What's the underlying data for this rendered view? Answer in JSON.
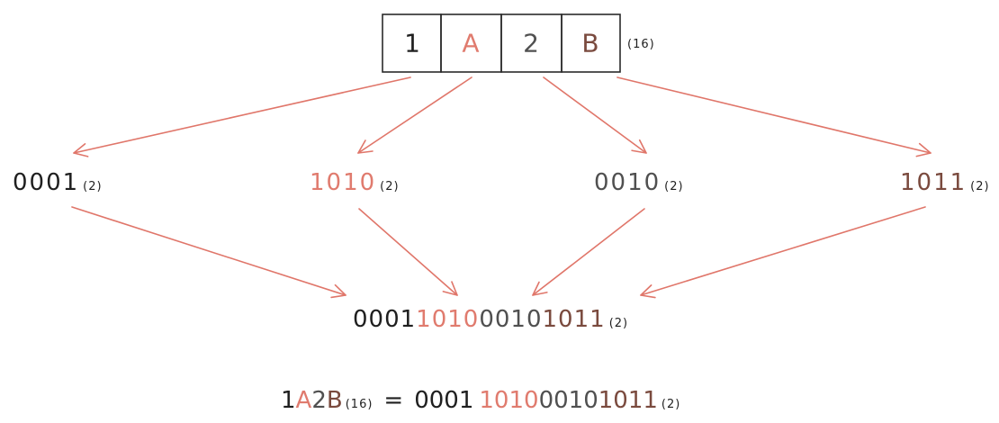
{
  "colors": {
    "ink": "#1f1f1f",
    "red": "#e07b6e",
    "dark_gray": "#505050",
    "brown": "#7a4a3e",
    "arrow": "#e0766a",
    "box_stroke": "#2a2a2a"
  },
  "hex_number": {
    "digits": [
      {
        "text": "1",
        "color_key": "ink"
      },
      {
        "text": "A",
        "color_key": "red"
      },
      {
        "text": "2",
        "color_key": "dark_gray"
      },
      {
        "text": "B",
        "color_key": "brown"
      }
    ],
    "base_label": "(16)"
  },
  "binary_groups": [
    {
      "bits": "0001",
      "base": "(2)",
      "color_key": "ink"
    },
    {
      "bits": "1010",
      "base": "(2)",
      "color_key": "red"
    },
    {
      "bits": "0010",
      "base": "(2)",
      "color_key": "dark_gray"
    },
    {
      "bits": "1011",
      "base": "(2)",
      "color_key": "brown"
    }
  ],
  "combined": {
    "parts": [
      {
        "text": "0001",
        "color_key": "ink"
      },
      {
        "text": "1010",
        "color_key": "red"
      },
      {
        "text": "0010",
        "color_key": "dark_gray"
      },
      {
        "text": "1011",
        "color_key": "brown"
      }
    ],
    "base": "(2)"
  },
  "equation": {
    "lhs_parts": [
      {
        "text": "1",
        "color_key": "ink"
      },
      {
        "text": "A",
        "color_key": "red"
      },
      {
        "text": "2",
        "color_key": "dark_gray"
      },
      {
        "text": "B",
        "color_key": "brown"
      }
    ],
    "lhs_base": "(16)",
    "equals": "=",
    "rhs_parts": [
      {
        "text": "0001",
        "color_key": "ink"
      },
      {
        "text": "1010",
        "color_key": "red"
      },
      {
        "text": "0010",
        "color_key": "dark_gray"
      },
      {
        "text": "1011",
        "color_key": "brown"
      }
    ],
    "rhs_base": "(2)"
  }
}
